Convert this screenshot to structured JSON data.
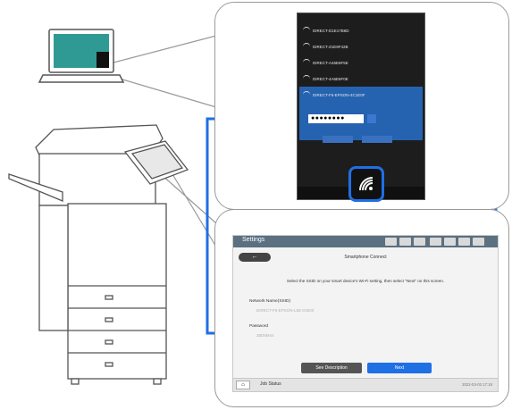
{
  "windows_panel": {
    "networks": [
      "DIRECT-D1E17B6D",
      "DIRECT-Z1E9F42B",
      "DIRECT-A46E6F5E",
      "DIRECT-4A6E6F0E"
    ],
    "selected_network": "DIRECT-F5-EPSON-4C1E0F",
    "password_mask": "●●●●●●●●"
  },
  "printer_panel": {
    "header_title": "Settings",
    "back_arrow": "←",
    "screen_title": "Smartphone Connect",
    "instruction": "Select the SSID on your smart device's Wi-Fi setting, then select \"Next\" on this screen.",
    "network_name_label": "Network Name(SSID)",
    "network_name_value": "DIRECT-F5-EPSON-L58-C8000",
    "password_label": "Password",
    "password_value": "38D5M44",
    "see_description_label": "See Description",
    "next_label": "Next",
    "footer_job_status": "Job Status",
    "footer_date": "2022-03-03 17:18"
  },
  "colors": {
    "highlight_blue": "#1f6fe5",
    "laptop_screen": "#2f9a94",
    "panel_header": "#5b7080"
  }
}
